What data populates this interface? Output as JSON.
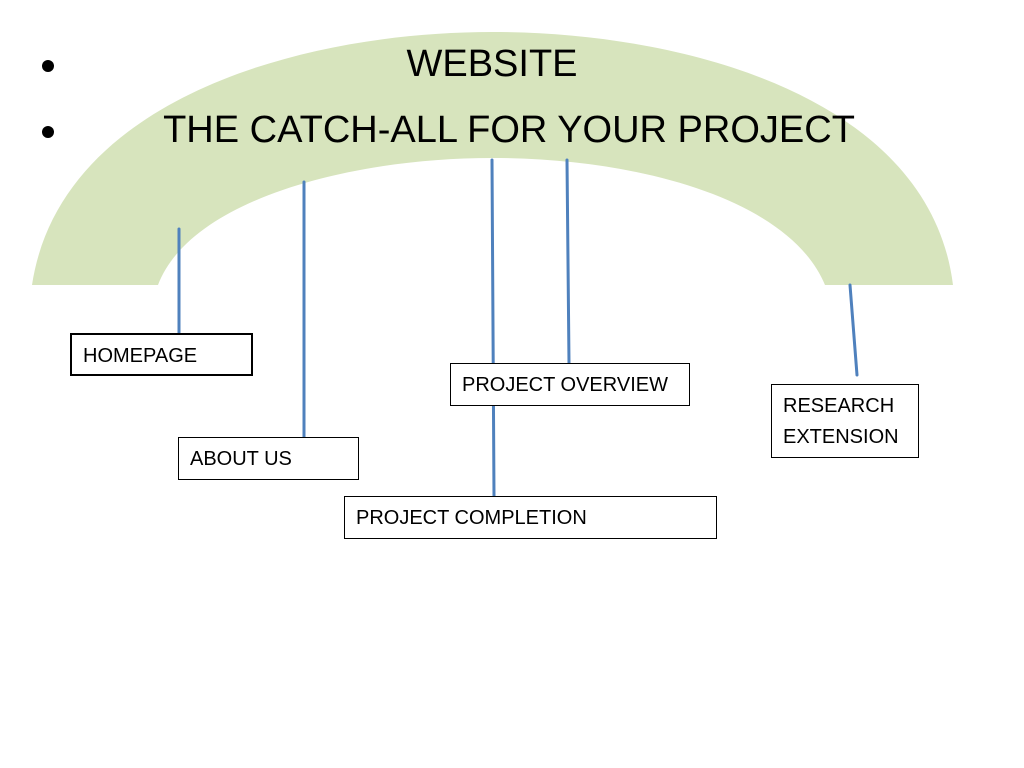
{
  "slide": {
    "bullets": [
      "WEBSITE",
      "THE CATCH-ALL FOR YOUR PROJECT"
    ]
  },
  "colors": {
    "arch_fill": "#d7e4bd",
    "connector": "#4f81bd",
    "box_border": "#000000",
    "text": "#000000"
  },
  "nodes": {
    "homepage": "HOMEPAGE",
    "about_us": "ABOUT US",
    "project_overview": "PROJECT OVERVIEW",
    "project_completion": "PROJECT COMPLETION",
    "research_extension": [
      "RESEARCH",
      "EXTENSION"
    ]
  }
}
